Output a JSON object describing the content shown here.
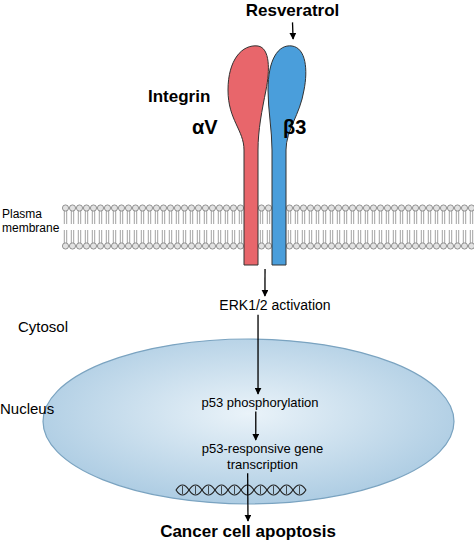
{
  "diagram": {
    "nodes": [
      {
        "text": [
          "Resveratrol"
        ]
      },
      {
        "text": [
          "Integrin",
          "αV",
          "β3"
        ]
      },
      {
        "text": [
          "ERK1/2 activation"
        ]
      },
      {
        "text": [
          "Nucleus"
        ]
      },
      {
        "text": [
          "p53 phosphorylation"
        ],
        "in": 3
      },
      {
        "text": [
          "p53-responsive gene transcription"
        ],
        "in": 3
      },
      {
        "text": [
          "Cancer cell apoptosis"
        ]
      }
    ],
    "edges": [
      {
        "from": 0,
        "to": 1,
        "arrow": "to"
      },
      {
        "from": 1,
        "to": 2,
        "arrow": "to"
      },
      {
        "from": 2,
        "to": 4,
        "arrow": "to"
      },
      {
        "from": 4,
        "to": 5,
        "arrow": "to"
      },
      {
        "from": 5,
        "to": 6,
        "arrow": "to"
      }
    ],
    "labels": [
      "Plasma membrane",
      "Cytosol"
    ]
  }
}
